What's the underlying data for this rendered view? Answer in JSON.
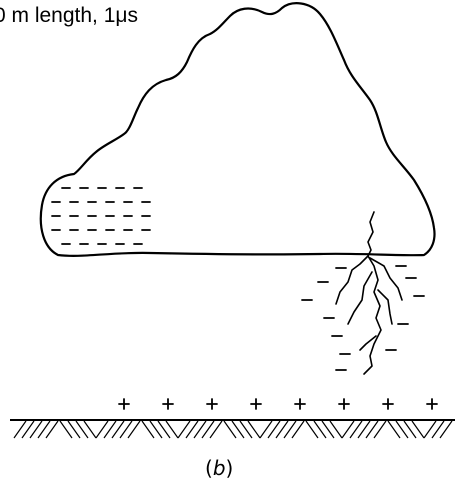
{
  "header": {
    "text": "0 m length, 1μs"
  },
  "cloud": {
    "charge_symbol": "–",
    "charge_region": "base"
  },
  "ground": {
    "charge_symbol": "+",
    "plus_count": 8
  },
  "caption": {
    "open": "(",
    "letter": "b",
    "close": ")"
  },
  "colors": {
    "ink": "#000000",
    "background": "#ffffff"
  }
}
